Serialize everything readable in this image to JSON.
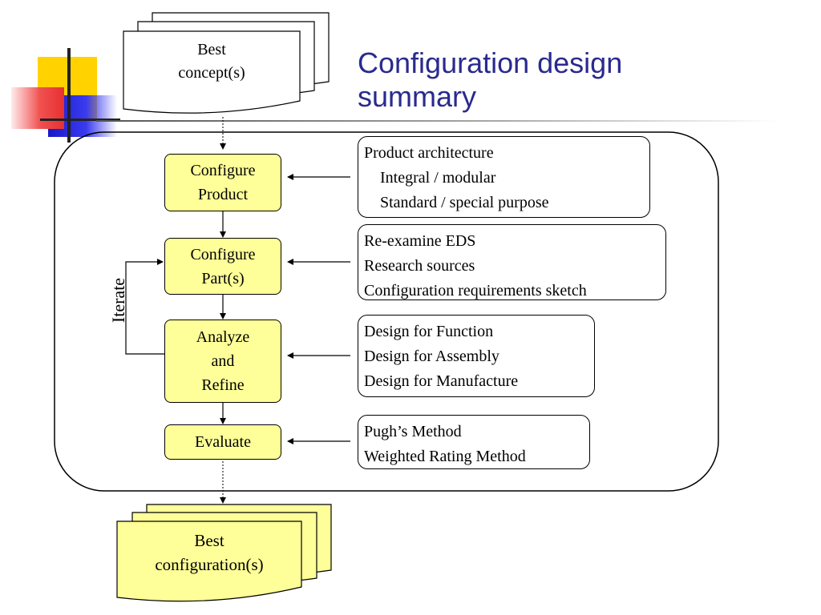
{
  "slide": {
    "title": "Configuration design summary"
  },
  "input_doc": {
    "label_line1": "Best",
    "label_line2": "concept(s)"
  },
  "output_doc": {
    "label_line1": "Best",
    "label_line2": "configuration(s)"
  },
  "steps": [
    {
      "line1": "Configure",
      "line2": "Product"
    },
    {
      "line1": "Configure",
      "line2": "Part(s)"
    },
    {
      "line1": "Analyze",
      "line2": "and",
      "line3": "Refine"
    },
    {
      "line1": "Evaluate"
    }
  ],
  "iterate_label": "Iterate",
  "info_boxes": [
    {
      "lines": [
        "Product architecture",
        "Integral / modular",
        "Standard / special purpose"
      ]
    },
    {
      "lines": [
        "Re-examine EDS",
        "Research sources",
        "Configuration requirements sketch"
      ]
    },
    {
      "lines": [
        "Design for Function",
        "Design for Assembly",
        "Design for Manufacture"
      ]
    },
    {
      "lines": [
        "Pugh’s Method",
        "Weighted Rating Method"
      ]
    }
  ],
  "colors": {
    "title": "#2a2a8e",
    "process_fill": "#ffff99",
    "accent_yellow": "#ffd200",
    "accent_blue": "#1818c8",
    "accent_red": "#e83030"
  }
}
